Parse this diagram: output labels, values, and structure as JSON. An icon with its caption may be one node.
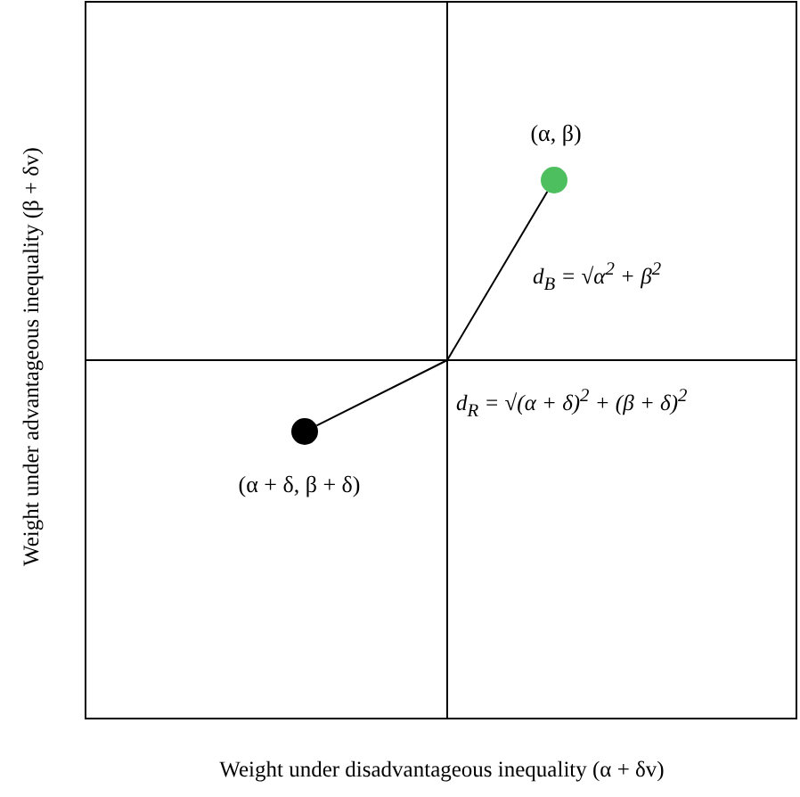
{
  "diagram": {
    "nodes": [
      {
        "text": [],
        "shape": "circle",
        "beside": [
          "(α, β)"
        ]
      },
      {
        "text": [],
        "shape": "circle",
        "beside": [
          "(α + δ, β + δ)"
        ]
      }
    ],
    "edges": [
      {
        "from": null,
        "to": 0,
        "arrow": "none",
        "label": "d$_{B}$ = √α$^{2}$ + β$^{2}$"
      },
      {
        "from": null,
        "to": 1,
        "arrow": "none",
        "label": "d$_{R}$ = √(α + δ)$^{2}$ + (β + δ)$^{2}$"
      }
    ],
    "labels": [
      "Weight under advantageous inequality (β + δv)",
      "Weight under disadvantageous inequality (α + δv)"
    ]
  }
}
